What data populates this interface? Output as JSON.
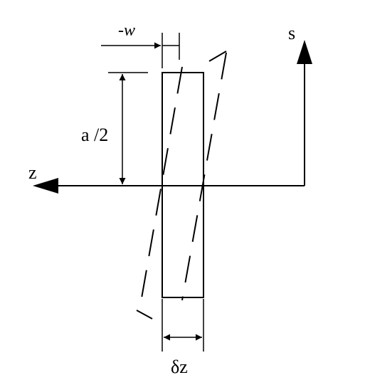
{
  "labels": {
    "s_axis": "s",
    "z_axis": "z",
    "half_width": "a /2",
    "shift": "-w",
    "thickness": "δz"
  },
  "colors": {
    "ink": "#000000",
    "background": "#ffffff"
  }
}
